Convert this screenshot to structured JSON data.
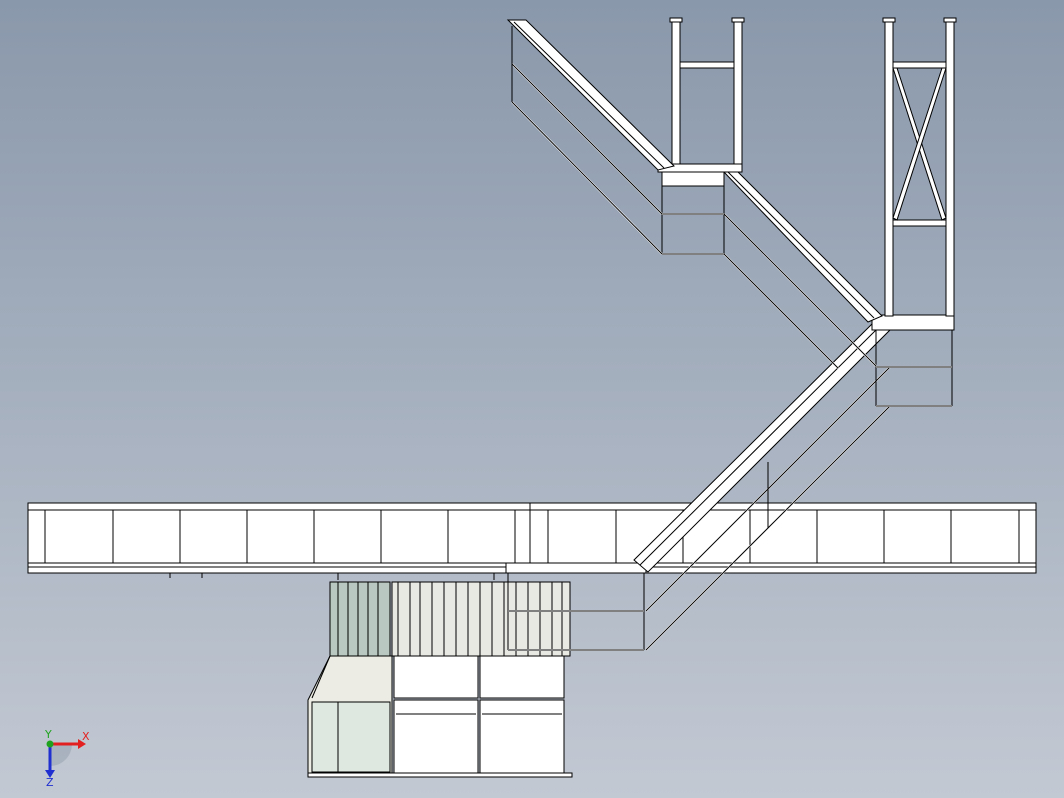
{
  "viewport": {
    "background_top": "#8a98ab",
    "background_bottom": "#c3c9d3"
  },
  "model": {
    "line_color": "#000000",
    "face_color": "#ffffff",
    "glass_color": "#dfe7e1",
    "panel_color": "#ecece4"
  },
  "triad": {
    "x_label": "X",
    "y_label": "Y",
    "z_label": "Z",
    "x_color": "#e32020",
    "y_color": "#1fa31f",
    "z_color": "#2030d0"
  }
}
